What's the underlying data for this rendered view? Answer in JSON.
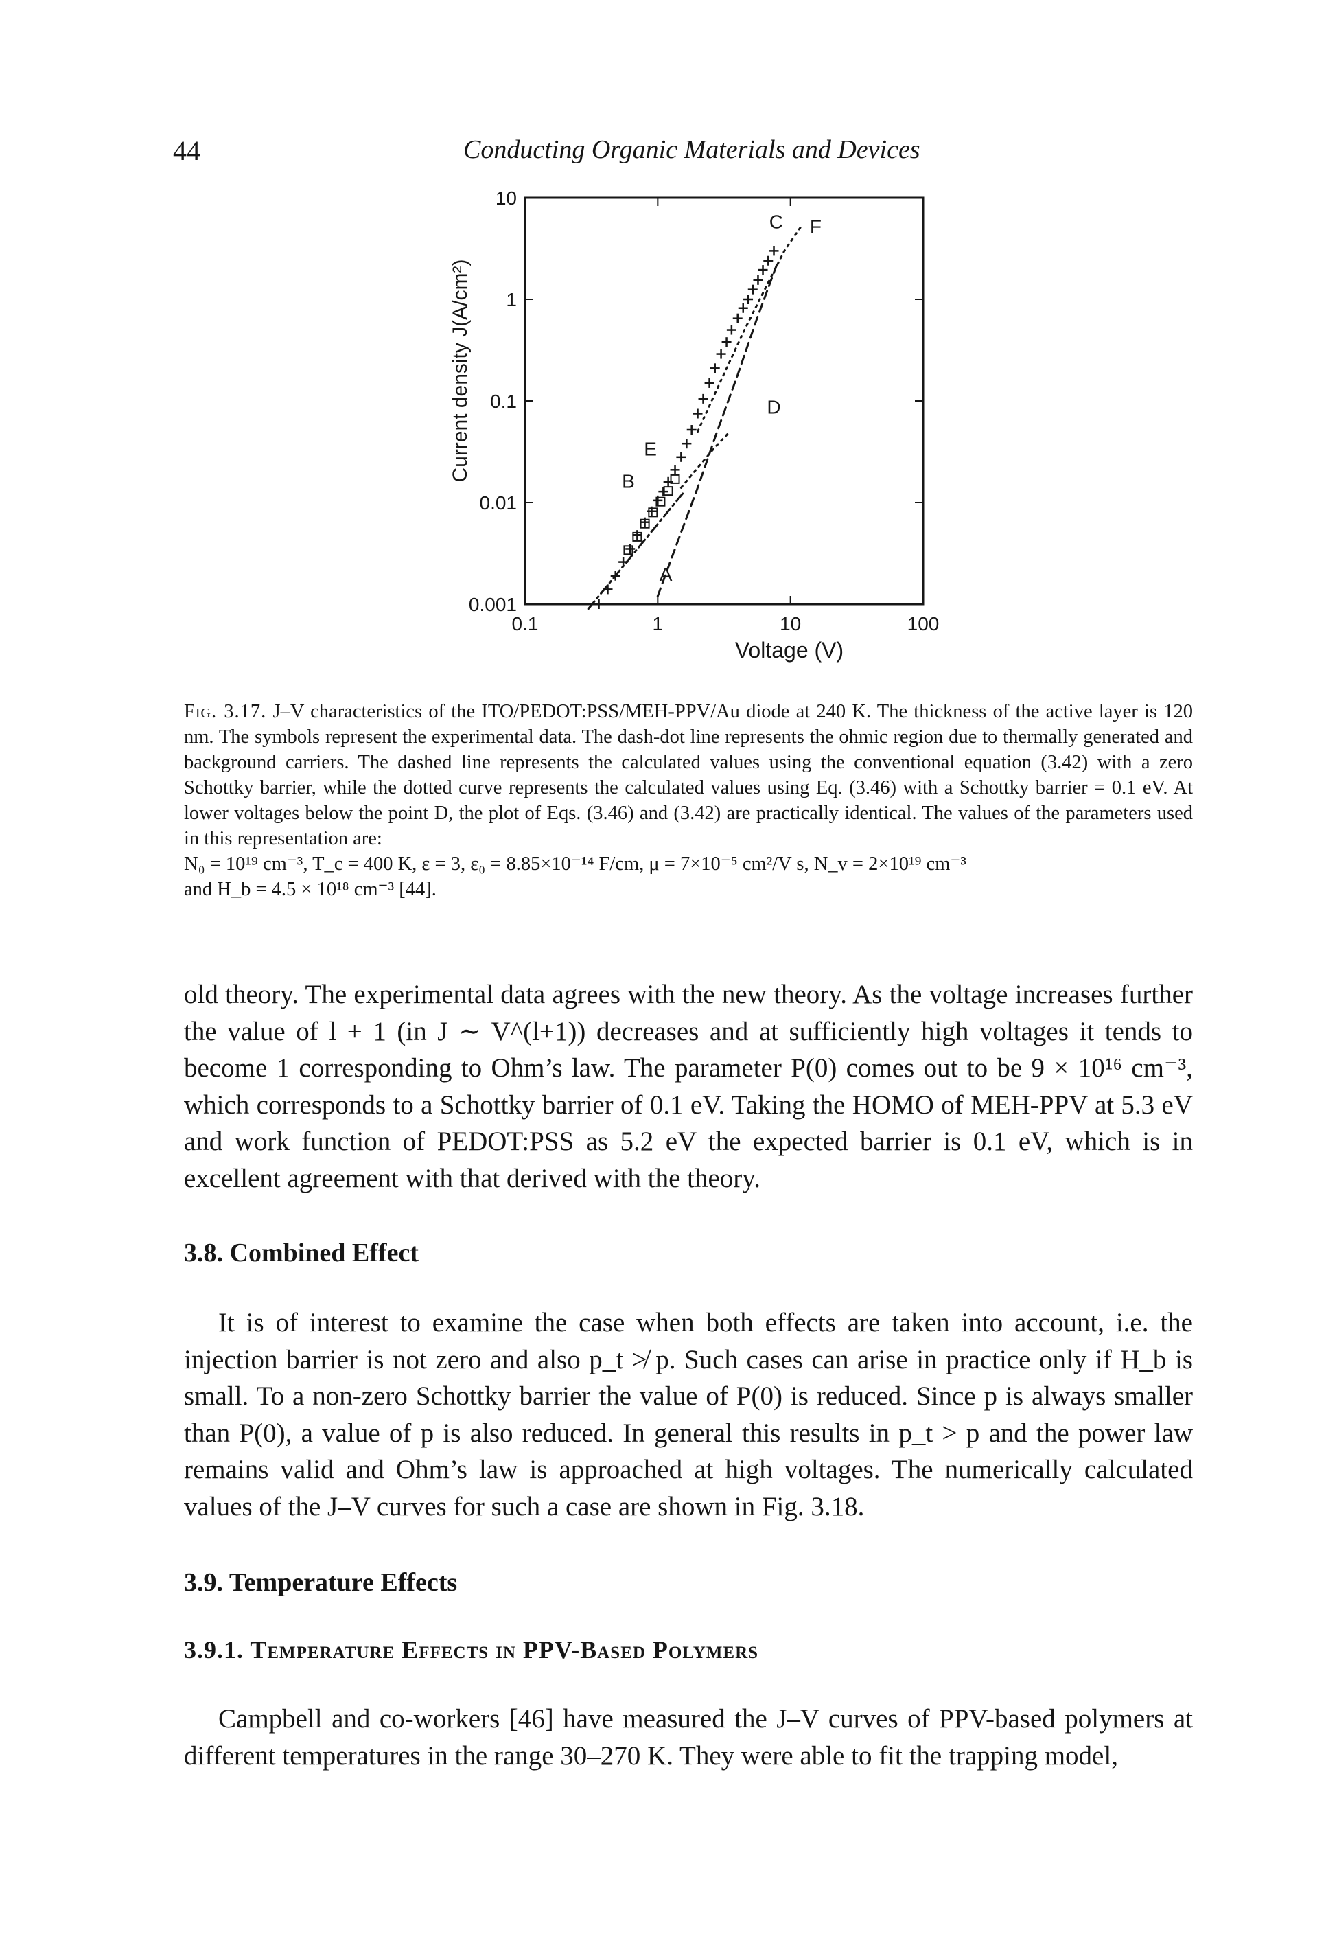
{
  "header": {
    "page_number": "44",
    "running_title": "Conducting Organic Materials and Devices"
  },
  "figure": {
    "chart_data": {
      "type": "scatter",
      "title": "",
      "xlabel": "Voltage (V)",
      "ylabel": "Current density J(A/cm²)",
      "x_scale": "log",
      "y_scale": "log",
      "xlim": [
        0.1,
        100
      ],
      "ylim": [
        0.001,
        10
      ],
      "x_ticks": [
        "0.1",
        "1",
        "10",
        "100"
      ],
      "y_ticks": [
        "10",
        "1",
        "0.1",
        "0.01",
        "0.001"
      ],
      "x_tick_values": [
        0.1,
        1,
        10,
        100
      ],
      "y_tick_values": [
        10,
        1,
        0.1,
        0.01,
        0.001
      ],
      "series": [
        {
          "marker": "cross",
          "x": [
            0.36,
            0.42,
            0.48,
            0.55,
            0.62,
            0.7,
            0.8,
            0.9,
            1.0,
            1.1,
            1.2,
            1.35,
            1.5,
            1.65,
            1.8,
            2.0,
            2.2,
            2.45,
            2.7,
            3.0,
            3.3,
            3.6,
            4.0,
            4.4,
            4.8,
            5.2,
            5.7,
            6.2,
            6.8,
            7.5
          ],
          "y": [
            0.001,
            0.0014,
            0.0019,
            0.0026,
            0.0035,
            0.0048,
            0.0064,
            0.0082,
            0.0105,
            0.0128,
            0.016,
            0.021,
            0.028,
            0.038,
            0.052,
            0.075,
            0.105,
            0.15,
            0.21,
            0.29,
            0.38,
            0.5,
            0.65,
            0.82,
            1.0,
            1.25,
            1.55,
            1.95,
            2.4,
            3.0
          ]
        },
        {
          "marker": "square",
          "x": [
            0.6,
            0.7,
            0.8,
            0.92,
            1.05,
            1.2,
            1.35
          ],
          "y": [
            0.0034,
            0.0046,
            0.0062,
            0.008,
            0.0102,
            0.013,
            0.017
          ]
        }
      ],
      "lines": [
        {
          "style": "dash-dot",
          "x": [
            0.3,
            1.6
          ],
          "y": [
            0.0009,
            0.013
          ]
        },
        {
          "style": "dashed",
          "x": [
            1.0,
            1.4,
            2.0,
            2.8,
            4.0,
            5.6,
            8.0
          ],
          "y": [
            0.0012,
            0.004,
            0.014,
            0.05,
            0.18,
            0.65,
            2.3
          ]
        },
        {
          "style": "dotted",
          "x": [
            2.0,
            3.0,
            4.5,
            6.5,
            9.0,
            12.0
          ],
          "y": [
            0.05,
            0.16,
            0.5,
            1.3,
            3.0,
            5.2
          ]
        },
        {
          "style": "dotted",
          "x": [
            1.5,
            2.0,
            2.7,
            3.5
          ],
          "y": [
            0.014,
            0.022,
            0.035,
            0.05
          ]
        }
      ],
      "annotations": [
        {
          "text": "A",
          "x": 1.15,
          "y": 0.0017
        },
        {
          "text": "B",
          "x": 0.6,
          "y": 0.014
        },
        {
          "text": "E",
          "x": 0.88,
          "y": 0.029
        },
        {
          "text": "D",
          "x": 7.5,
          "y": 0.075
        },
        {
          "text": "C",
          "x": 7.8,
          "y": 5.0
        },
        {
          "text": "F",
          "x": 15.5,
          "y": 4.5
        }
      ]
    },
    "caption": {
      "label": "Fig. 3.17.",
      "text": "J–V characteristics of the ITO/PEDOT:PSS/MEH-PPV/Au diode at 240 K. The thickness of the active layer is 120 nm. The symbols represent the experimental data. The dash-dot line represents the ohmic region due to thermally generated and background carriers. The dashed line represents the calculated values using the conventional equation (3.42) with a zero Schottky barrier, while the dotted curve represents the calculated values using Eq. (3.46) with a Schottky barrier = 0.1 eV. At lower voltages below the point D, the plot of Eqs. (3.46) and (3.42) are practically identical. The values of the parameters used in this representation are:",
      "params_line": "N₀ = 10¹⁹ cm⁻³, T_c = 400 K, ε = 3, ε₀ = 8.85×10⁻¹⁴ F/cm, μ = 7×10⁻⁵ cm²/V s, N_v = 2×10¹⁹ cm⁻³",
      "params_line2": "and H_b = 4.5 × 10¹⁸ cm⁻³ [44]."
    }
  },
  "body": {
    "para1": "old theory. The experimental data agrees with the new theory. As the voltage increases further the value of l + 1 (in J ∼ V^(l+1)) decreases and at sufficiently high voltages it tends to become 1 corresponding to Ohm’s law. The parameter P(0) comes out to be 9 × 10¹⁶ cm⁻³, which corresponds to a Schottky barrier of 0.1 eV. Taking the HOMO of MEH-PPV at 5.3 eV and work function of PEDOT:PSS as 5.2 eV the expected barrier is 0.1 eV, which is in excellent agreement with that derived with the theory.",
    "section_3_8_title": "3.8. Combined Effect",
    "para2": "It is of interest to examine the case when both effects are taken into account, i.e. the injection barrier is not zero and also p_t ≯ p. Such cases can arise in practice only if H_b is small. To a non-zero Schottky barrier the value of P(0) is reduced. Since p is always smaller than P(0), a value of p is also reduced. In general this results in p_t > p and the power law remains valid and Ohm’s law is approached at high voltages. The numerically calculated values of the J–V curves for such a case are shown in Fig. 3.18.",
    "section_3_9_title": "3.9. Temperature Effects",
    "section_3_9_1_title": "3.9.1. Temperature Effects in PPV-Based Polymers",
    "para3": "Campbell and co-workers [46] have measured the J–V curves of PPV-based polymers at different temperatures in the range 30–270 K. They were able to fit the trapping model,"
  }
}
